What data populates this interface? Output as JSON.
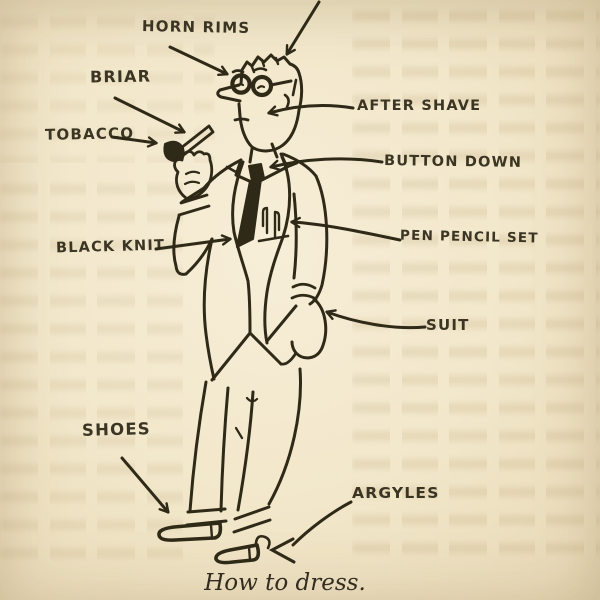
{
  "page": {
    "caption": "How to dress.",
    "paper_color": "#f2e7ca",
    "ink_color": "#2f2917"
  },
  "labels": [
    {
      "id": "horn-rims",
      "text": "HORN RIMS"
    },
    {
      "id": "briar",
      "text": "BRIAR"
    },
    {
      "id": "tobacco",
      "text": "TOBACCO"
    },
    {
      "id": "after-shave",
      "text": "AFTER SHAVE"
    },
    {
      "id": "button-down",
      "text": "BUTTON DOWN"
    },
    {
      "id": "black-knit",
      "text": "BLACK KNIT"
    },
    {
      "id": "pen-pencil-set",
      "text": "PEN PENCIL SET"
    },
    {
      "id": "suit",
      "text": "SUIT"
    },
    {
      "id": "shoes",
      "text": "SHOES"
    },
    {
      "id": "argyles",
      "text": "ARGYLES"
    }
  ]
}
